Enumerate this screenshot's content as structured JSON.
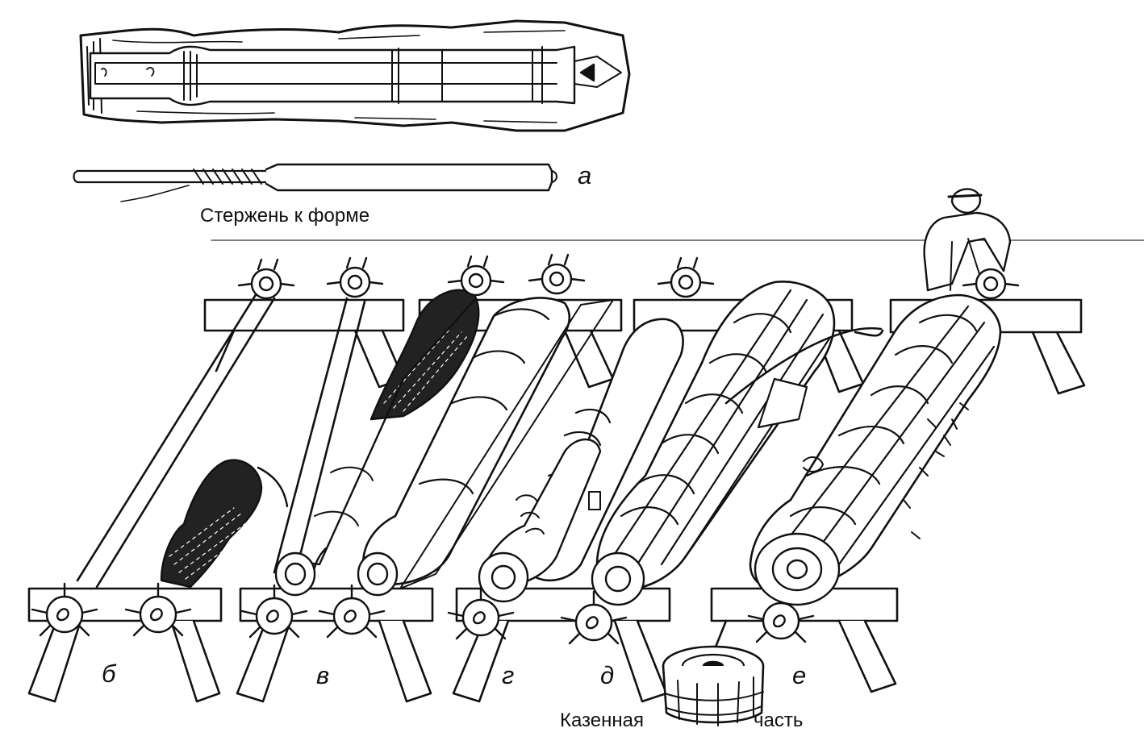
{
  "labels": {
    "a": "а",
    "rod_caption": "Стержень к форме",
    "b": "б",
    "v": "в",
    "g": "г",
    "d": "д",
    "e": "е",
    "breech_left": "Казенная",
    "breech_right": "часть"
  },
  "colors": {
    "ink": "#111111",
    "paper": "#ffffff",
    "coil": "#222222"
  }
}
